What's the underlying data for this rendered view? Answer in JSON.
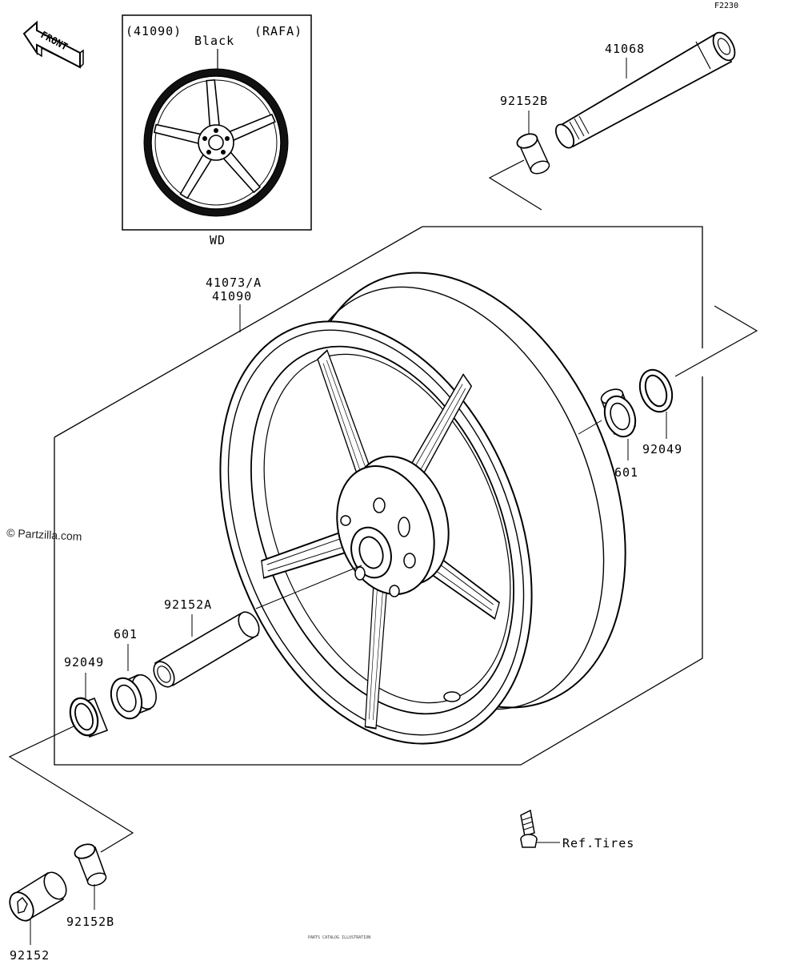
{
  "figure_code": "F2230",
  "front_label": "FRONT",
  "inset": {
    "part_left": "(41090)",
    "color_name": "Black",
    "part_right": "(RAFA)",
    "caption": "WD"
  },
  "labels": {
    "axle": "41068",
    "collar_top": "92152B",
    "wheel_a": "41073/A",
    "wheel_b": "41090",
    "seal_right": "92049",
    "bearing_right": "601",
    "spacer": "92152A",
    "bearing_left": "601",
    "seal_left": "92049",
    "collar_bottom": "92152B",
    "nut": "92152",
    "valve_ref": "Ref.Tires"
  },
  "watermark": "© Partzilla.com",
  "footer_fineprint": "PARTS CATALOG ILLUSTRATION"
}
